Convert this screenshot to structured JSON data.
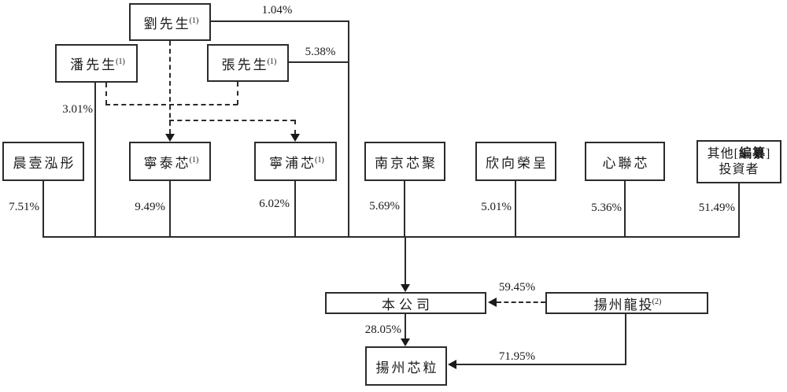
{
  "diagram": {
    "type": "shareholding-structure",
    "colors": {
      "line": "#2b2b2b",
      "background": "#ffffff"
    },
    "nodes": {
      "liu": {
        "label": "劉先生",
        "sup": "(1)"
      },
      "pan": {
        "label": "潘先生",
        "sup": "(1)"
      },
      "zhang": {
        "label": "張先生",
        "sup": "(1)"
      },
      "chenyi": {
        "label": "晨壹泓彤"
      },
      "ningtai": {
        "label": "寧泰芯",
        "sup": "(1)"
      },
      "ningpu": {
        "label": "寧浦芯",
        "sup": "(1)"
      },
      "nanjing": {
        "label": "南京芯聚"
      },
      "xinxiang": {
        "label": "欣向榮呈"
      },
      "xinlian": {
        "label": "心聯芯"
      },
      "other_investors": {
        "line1_pre": "其他[",
        "line1_redacted": "編纂",
        "line1_post": "]",
        "line2": "投資者"
      },
      "company": {
        "label": "本公司"
      },
      "yangzhou_longtou": {
        "label": "揚州龍投",
        "sup": "(2)"
      },
      "yangzhou_xinli": {
        "label": "揚州芯粒"
      }
    },
    "ownership": {
      "liu_to_company": "1.04%",
      "zhang_to_company": "5.38%",
      "pan_to_company": "3.01%",
      "chenyi_to_company": "7.51%",
      "ningtai_to_company": "9.49%",
      "ningpu_to_company": "6.02%",
      "nanjing_to_company": "5.69%",
      "xinxiang_to_company": "5.01%",
      "xinlian_to_company": "5.36%",
      "other_to_company": "51.49%",
      "longtou_to_company": "59.45%",
      "company_to_xinli": "28.05%",
      "longtou_to_xinli": "71.95%"
    }
  }
}
